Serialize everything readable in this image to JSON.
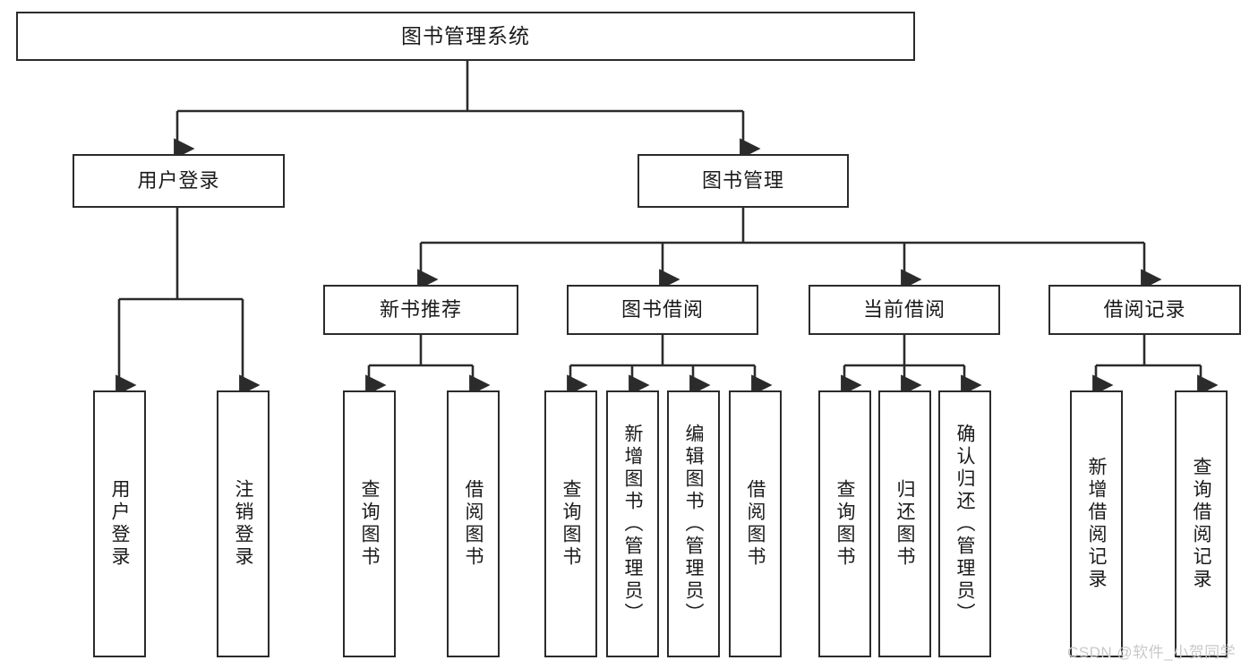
{
  "diagram": {
    "title": "图书管理系统",
    "type": "tree-hierarchy",
    "levels": 4,
    "nodes": {
      "root": {
        "label": "图书管理系统"
      },
      "level2": [
        {
          "id": "user-login",
          "label": "用户登录"
        },
        {
          "id": "book-manage",
          "label": "图书管理"
        }
      ],
      "level3": [
        {
          "id": "new-book-rec",
          "label": "新书推荐",
          "parent": "book-manage"
        },
        {
          "id": "book-borrow",
          "label": "图书借阅",
          "parent": "book-manage"
        },
        {
          "id": "current-borrow",
          "label": "当前借阅",
          "parent": "book-manage"
        },
        {
          "id": "borrow-record",
          "label": "借阅记录",
          "parent": "book-manage"
        }
      ],
      "leaves": [
        {
          "id": "leaf-user-login",
          "label": "用户登录",
          "parent": "user-login"
        },
        {
          "id": "leaf-logout",
          "label": "注销登录",
          "parent": "user-login"
        },
        {
          "id": "leaf-query-book-1",
          "label": "查询图书",
          "parent": "new-book-rec"
        },
        {
          "id": "leaf-borrow-book-1",
          "label": "借阅图书",
          "parent": "new-book-rec"
        },
        {
          "id": "leaf-query-book-2",
          "label": "查询图书",
          "parent": "book-borrow"
        },
        {
          "id": "leaf-add-book",
          "label": "新增图书（管理员）",
          "parent": "book-borrow"
        },
        {
          "id": "leaf-edit-book",
          "label": "编辑图书（管理员）",
          "parent": "book-borrow"
        },
        {
          "id": "leaf-borrow-book-2",
          "label": "借阅图书",
          "parent": "book-borrow"
        },
        {
          "id": "leaf-query-book-3",
          "label": "查询图书",
          "parent": "current-borrow"
        },
        {
          "id": "leaf-return-book",
          "label": "归还图书",
          "parent": "current-borrow"
        },
        {
          "id": "leaf-confirm-return",
          "label": "确认归还（管理员）",
          "parent": "current-borrow"
        },
        {
          "id": "leaf-add-record",
          "label": "新增借阅记录",
          "parent": "borrow-record"
        },
        {
          "id": "leaf-query-record",
          "label": "查询借阅记录",
          "parent": "borrow-record"
        }
      ]
    },
    "colors": {
      "stroke": "#2b2b2b",
      "fill": "#ffffff",
      "text": "#1a1a1a",
      "watermark": "#c9c9c9"
    }
  },
  "watermark": {
    "text": "CSDN @软件_小贺同学"
  }
}
